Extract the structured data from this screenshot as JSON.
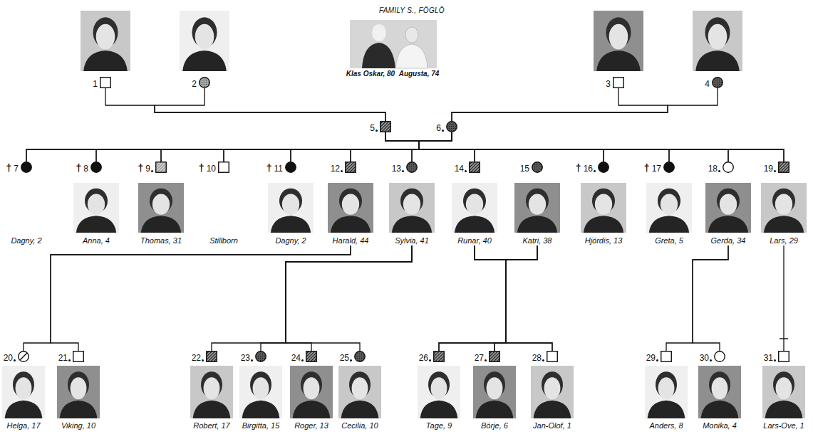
{
  "diagram": {
    "title": "FAMILY S., FÖGLÖ",
    "nodes": [
      {
        "text": [
          "1"
        ]
      },
      {
        "text": [
          "2"
        ]
      },
      {
        "text": [
          "3"
        ]
      },
      {
        "text": [
          "4"
        ]
      },
      {
        "text": [
          "5"
        ]
      },
      {
        "text": [
          "6"
        ]
      },
      {
        "text": [
          "†",
          "7",
          "Dagny, 2"
        ]
      },
      {
        "text": [
          "†",
          "8",
          "Anna, 4"
        ]
      },
      {
        "text": [
          "†",
          "9",
          "Thomas, 31"
        ]
      },
      {
        "text": [
          "†",
          "10",
          "Stillborn"
        ]
      },
      {
        "text": [
          "†",
          "11",
          "Dagny, 2"
        ]
      },
      {
        "text": [
          "12",
          "Harald, 44"
        ]
      },
      {
        "text": [
          "13",
          "Sylvia, 41"
        ]
      },
      {
        "text": [
          "14",
          "Runar, 40"
        ]
      },
      {
        "text": [
          "15",
          "Katri, 38"
        ]
      },
      {
        "text": [
          "†",
          "16",
          "Hjördis, 13"
        ]
      },
      {
        "text": [
          "†",
          "17",
          "Greta, 5"
        ]
      },
      {
        "text": [
          "18",
          "Gerda, 34"
        ]
      },
      {
        "text": [
          "19",
          "Lars, 29"
        ]
      },
      {
        "text": [
          "20",
          "Helga, 17"
        ]
      },
      {
        "text": [
          "21",
          "Viking, 10"
        ]
      },
      {
        "text": [
          "22",
          "Robert, 17"
        ]
      },
      {
        "text": [
          "23",
          "Birgitta, 15"
        ]
      },
      {
        "text": [
          "24",
          "Roger, 13"
        ]
      },
      {
        "text": [
          "25",
          "Cecilia, 10"
        ]
      },
      {
        "text": [
          "26",
          "Tage, 9"
        ]
      },
      {
        "text": [
          "27",
          "Börje, 6"
        ]
      },
      {
        "text": [
          "28",
          "Jan-Olof, 1"
        ]
      },
      {
        "text": [
          "29",
          "Anders, 8"
        ]
      },
      {
        "text": [
          "30",
          "Monika, 4"
        ]
      },
      {
        "text": [
          "31",
          "Lars-Ove, 1"
        ]
      }
    ],
    "edges": [
      {
        "from": 0,
        "to": 4,
        "arrow": "none"
      },
      {
        "from": 1,
        "to": 4,
        "arrow": "none"
      },
      {
        "from": 2,
        "to": 5,
        "arrow": "none"
      },
      {
        "from": 3,
        "to": 5,
        "arrow": "none"
      },
      {
        "from": 4,
        "to": 6,
        "arrow": "none"
      },
      {
        "from": 4,
        "to": 7,
        "arrow": "none"
      },
      {
        "from": 4,
        "to": 8,
        "arrow": "none"
      },
      {
        "from": 4,
        "to": 9,
        "arrow": "none"
      },
      {
        "from": 4,
        "to": 10,
        "arrow": "none"
      },
      {
        "from": 4,
        "to": 11,
        "arrow": "none"
      },
      {
        "from": 4,
        "to": 12,
        "arrow": "none"
      },
      {
        "from": 4,
        "to": 13,
        "arrow": "none"
      },
      {
        "from": 4,
        "to": 15,
        "arrow": "none"
      },
      {
        "from": 4,
        "to": 16,
        "arrow": "none"
      },
      {
        "from": 4,
        "to": 17,
        "arrow": "none"
      },
      {
        "from": 4,
        "to": 18,
        "arrow": "none"
      },
      {
        "from": 5,
        "to": 6,
        "arrow": "none"
      },
      {
        "from": 5,
        "to": 7,
        "arrow": "none"
      },
      {
        "from": 5,
        "to": 8,
        "arrow": "none"
      },
      {
        "from": 5,
        "to": 9,
        "arrow": "none"
      },
      {
        "from": 5,
        "to": 10,
        "arrow": "none"
      },
      {
        "from": 5,
        "to": 11,
        "arrow": "none"
      },
      {
        "from": 5,
        "to": 12,
        "arrow": "none"
      },
      {
        "from": 5,
        "to": 13,
        "arrow": "none"
      },
      {
        "from": 5,
        "to": 15,
        "arrow": "none"
      },
      {
        "from": 5,
        "to": 16,
        "arrow": "none"
      },
      {
        "from": 5,
        "to": 17,
        "arrow": "none"
      },
      {
        "from": 5,
        "to": 18,
        "arrow": "none"
      },
      {
        "from": 11,
        "to": 19,
        "arrow": "none"
      },
      {
        "from": 11,
        "to": 20,
        "arrow": "none"
      },
      {
        "from": 12,
        "to": 21,
        "arrow": "none"
      },
      {
        "from": 12,
        "to": 22,
        "arrow": "none"
      },
      {
        "from": 12,
        "to": 23,
        "arrow": "none"
      },
      {
        "from": 12,
        "to": 24,
        "arrow": "none"
      },
      {
        "from": 13,
        "to": 25,
        "arrow": "none"
      },
      {
        "from": 13,
        "to": 26,
        "arrow": "none"
      },
      {
        "from": 13,
        "to": 27,
        "arrow": "none"
      },
      {
        "from": 14,
        "to": 25,
        "arrow": "none"
      },
      {
        "from": 14,
        "to": 26,
        "arrow": "none"
      },
      {
        "from": 14,
        "to": 27,
        "arrow": "none"
      },
      {
        "from": 17,
        "to": 28,
        "arrow": "none"
      },
      {
        "from": 17,
        "to": 29,
        "arrow": "none"
      },
      {
        "from": 18,
        "to": 30,
        "arrow": "none"
      }
    ],
    "labels": [
      "Klas Oskar, 80",
      "Augusta, 74"
    ]
  }
}
